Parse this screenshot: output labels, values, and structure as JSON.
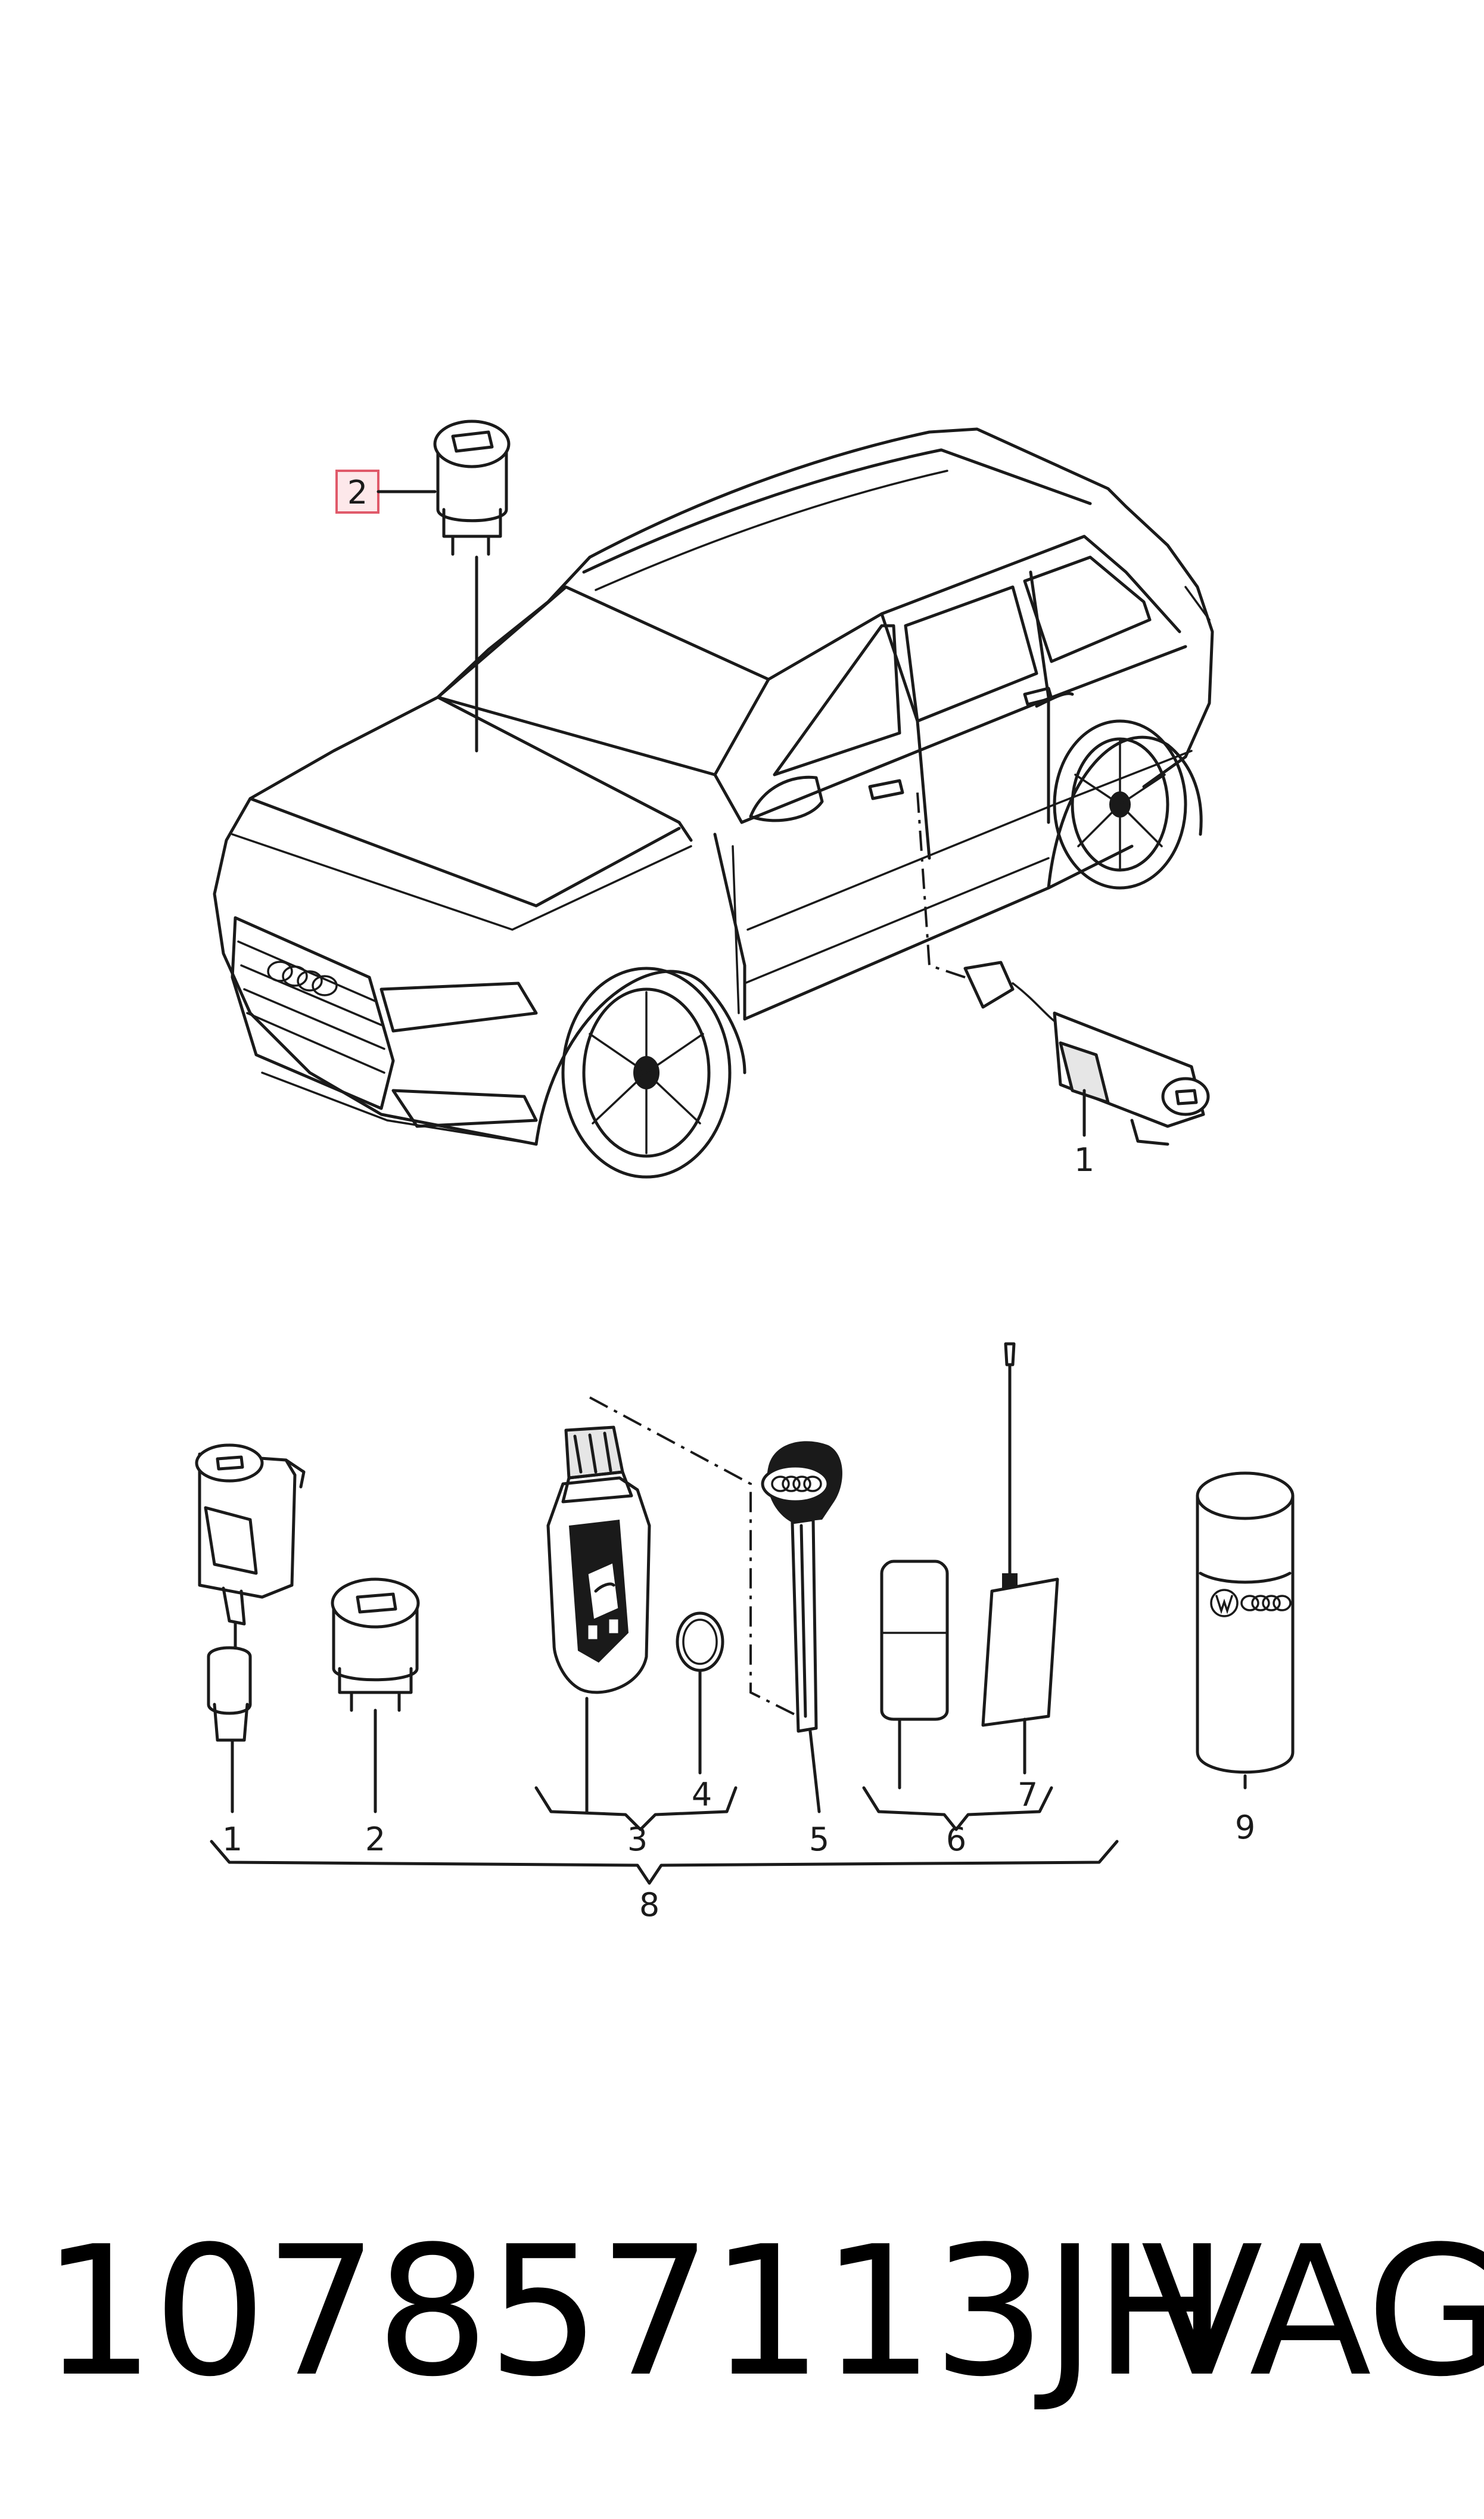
{
  "callouts": {
    "top_part": "2",
    "top_door_lock": "1",
    "b1": "1",
    "b2": "2",
    "b3": "3",
    "b4": "4",
    "b5": "5",
    "b6": "6",
    "b7": "7",
    "b8": "8",
    "b9": "9"
  },
  "footer": {
    "part_number": "107857113JH",
    "brand": "VAG"
  },
  "colors": {
    "line": "#1a1a1a",
    "highlight_fill": "#fde8ea",
    "highlight_stroke": "#e05a6a"
  }
}
